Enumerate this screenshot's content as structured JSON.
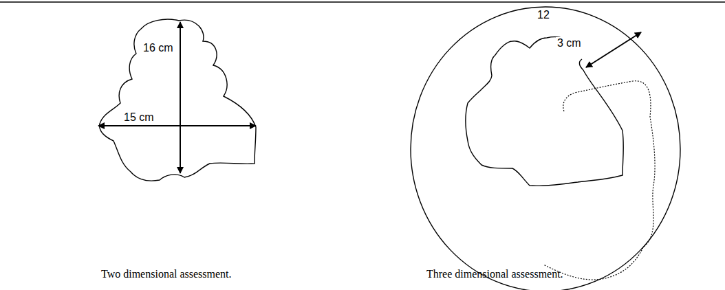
{
  "diagram": {
    "labels": [
      "16 cm",
      "15 cm",
      "12",
      "3 cm",
      "Two dimensional assessment.",
      "Three dimensional assessment."
    ]
  }
}
